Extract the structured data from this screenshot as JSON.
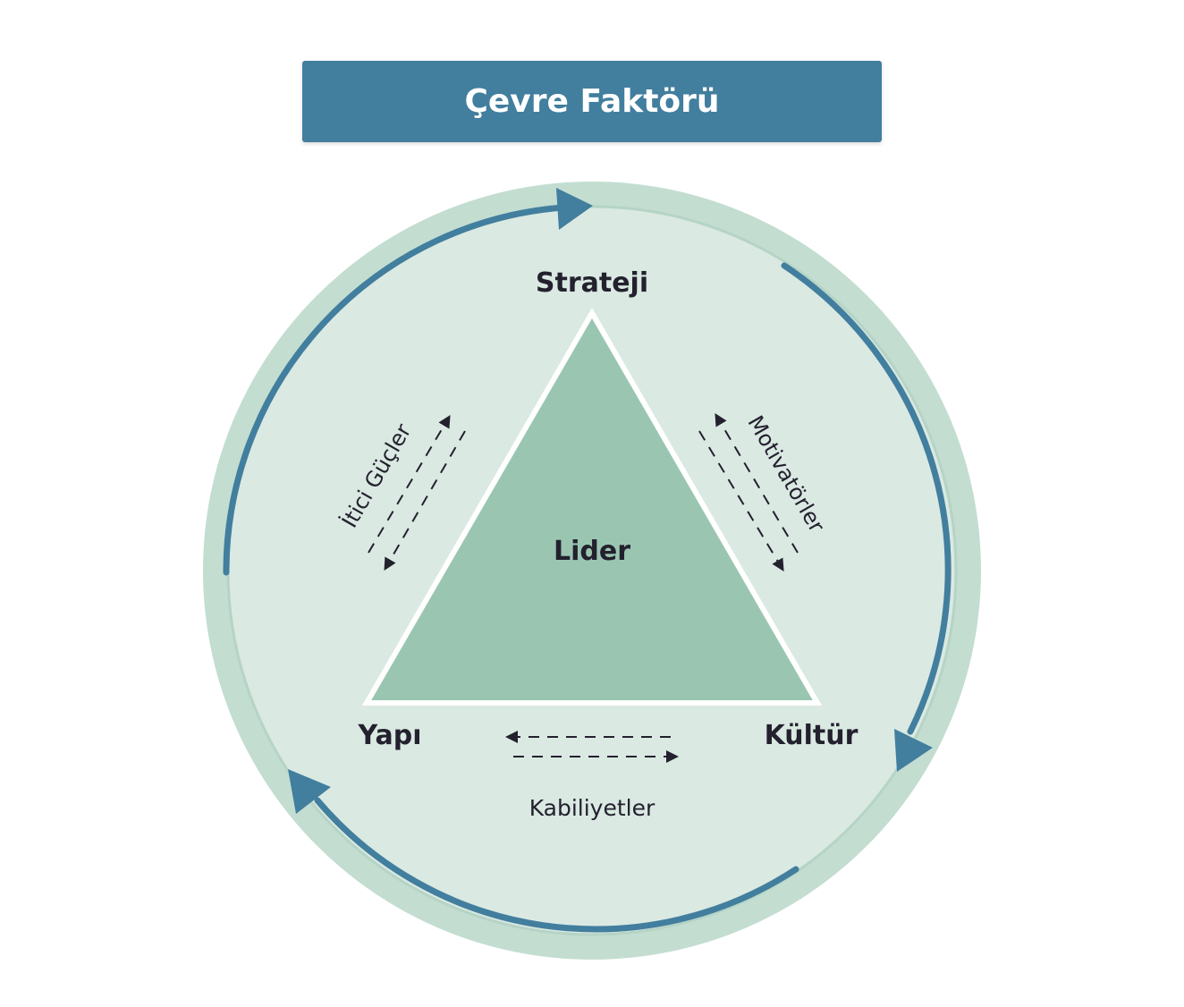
{
  "title": "Çevre Faktörü",
  "center": "Lider",
  "vertices": {
    "top": "Strateji",
    "left": "Yapı",
    "right": "Kültür"
  },
  "edges": {
    "left": "İtici Güçler",
    "right": "Motivatörler",
    "bottom": "Kabiliyetler"
  },
  "colors": {
    "header": "#427e9e",
    "ring": "#c3ddd1",
    "inner": "#dae9e2",
    "triangle": "#9ac6b1",
    "arrow": "#427e9e",
    "text": "#23212e"
  }
}
